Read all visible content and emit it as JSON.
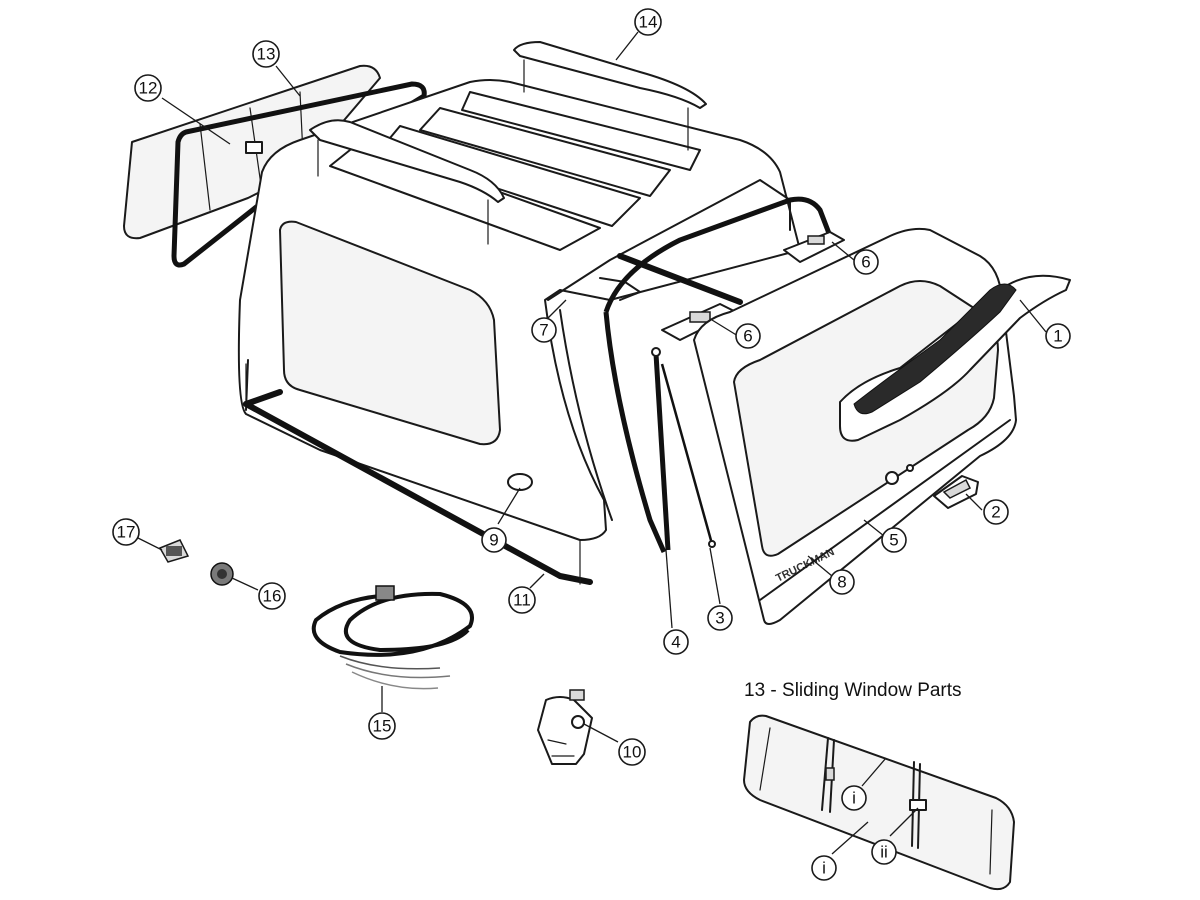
{
  "brand_text": "TRUCKMAN",
  "inset": {
    "title": "13 - Sliding Window Parts"
  },
  "callouts": [
    {
      "id": "c1",
      "label": "1"
    },
    {
      "id": "c2",
      "label": "2"
    },
    {
      "id": "c3",
      "label": "3"
    },
    {
      "id": "c4",
      "label": "4"
    },
    {
      "id": "c5",
      "label": "5"
    },
    {
      "id": "c6a",
      "label": "6"
    },
    {
      "id": "c6b",
      "label": "6"
    },
    {
      "id": "c7",
      "label": "7"
    },
    {
      "id": "c8",
      "label": "8"
    },
    {
      "id": "c9",
      "label": "9"
    },
    {
      "id": "c10",
      "label": "10"
    },
    {
      "id": "c11",
      "label": "11"
    },
    {
      "id": "c12",
      "label": "12"
    },
    {
      "id": "c13",
      "label": "13"
    },
    {
      "id": "c14",
      "label": "14"
    },
    {
      "id": "c15",
      "label": "15"
    },
    {
      "id": "c16",
      "label": "16"
    },
    {
      "id": "c17",
      "label": "17"
    },
    {
      "id": "ci1",
      "label": "i"
    },
    {
      "id": "ci2",
      "label": "i"
    },
    {
      "id": "cii",
      "label": "ii"
    }
  ],
  "colors": {
    "line": "#1a1a1a",
    "glass": "#f4f4f4",
    "background": "#ffffff"
  }
}
